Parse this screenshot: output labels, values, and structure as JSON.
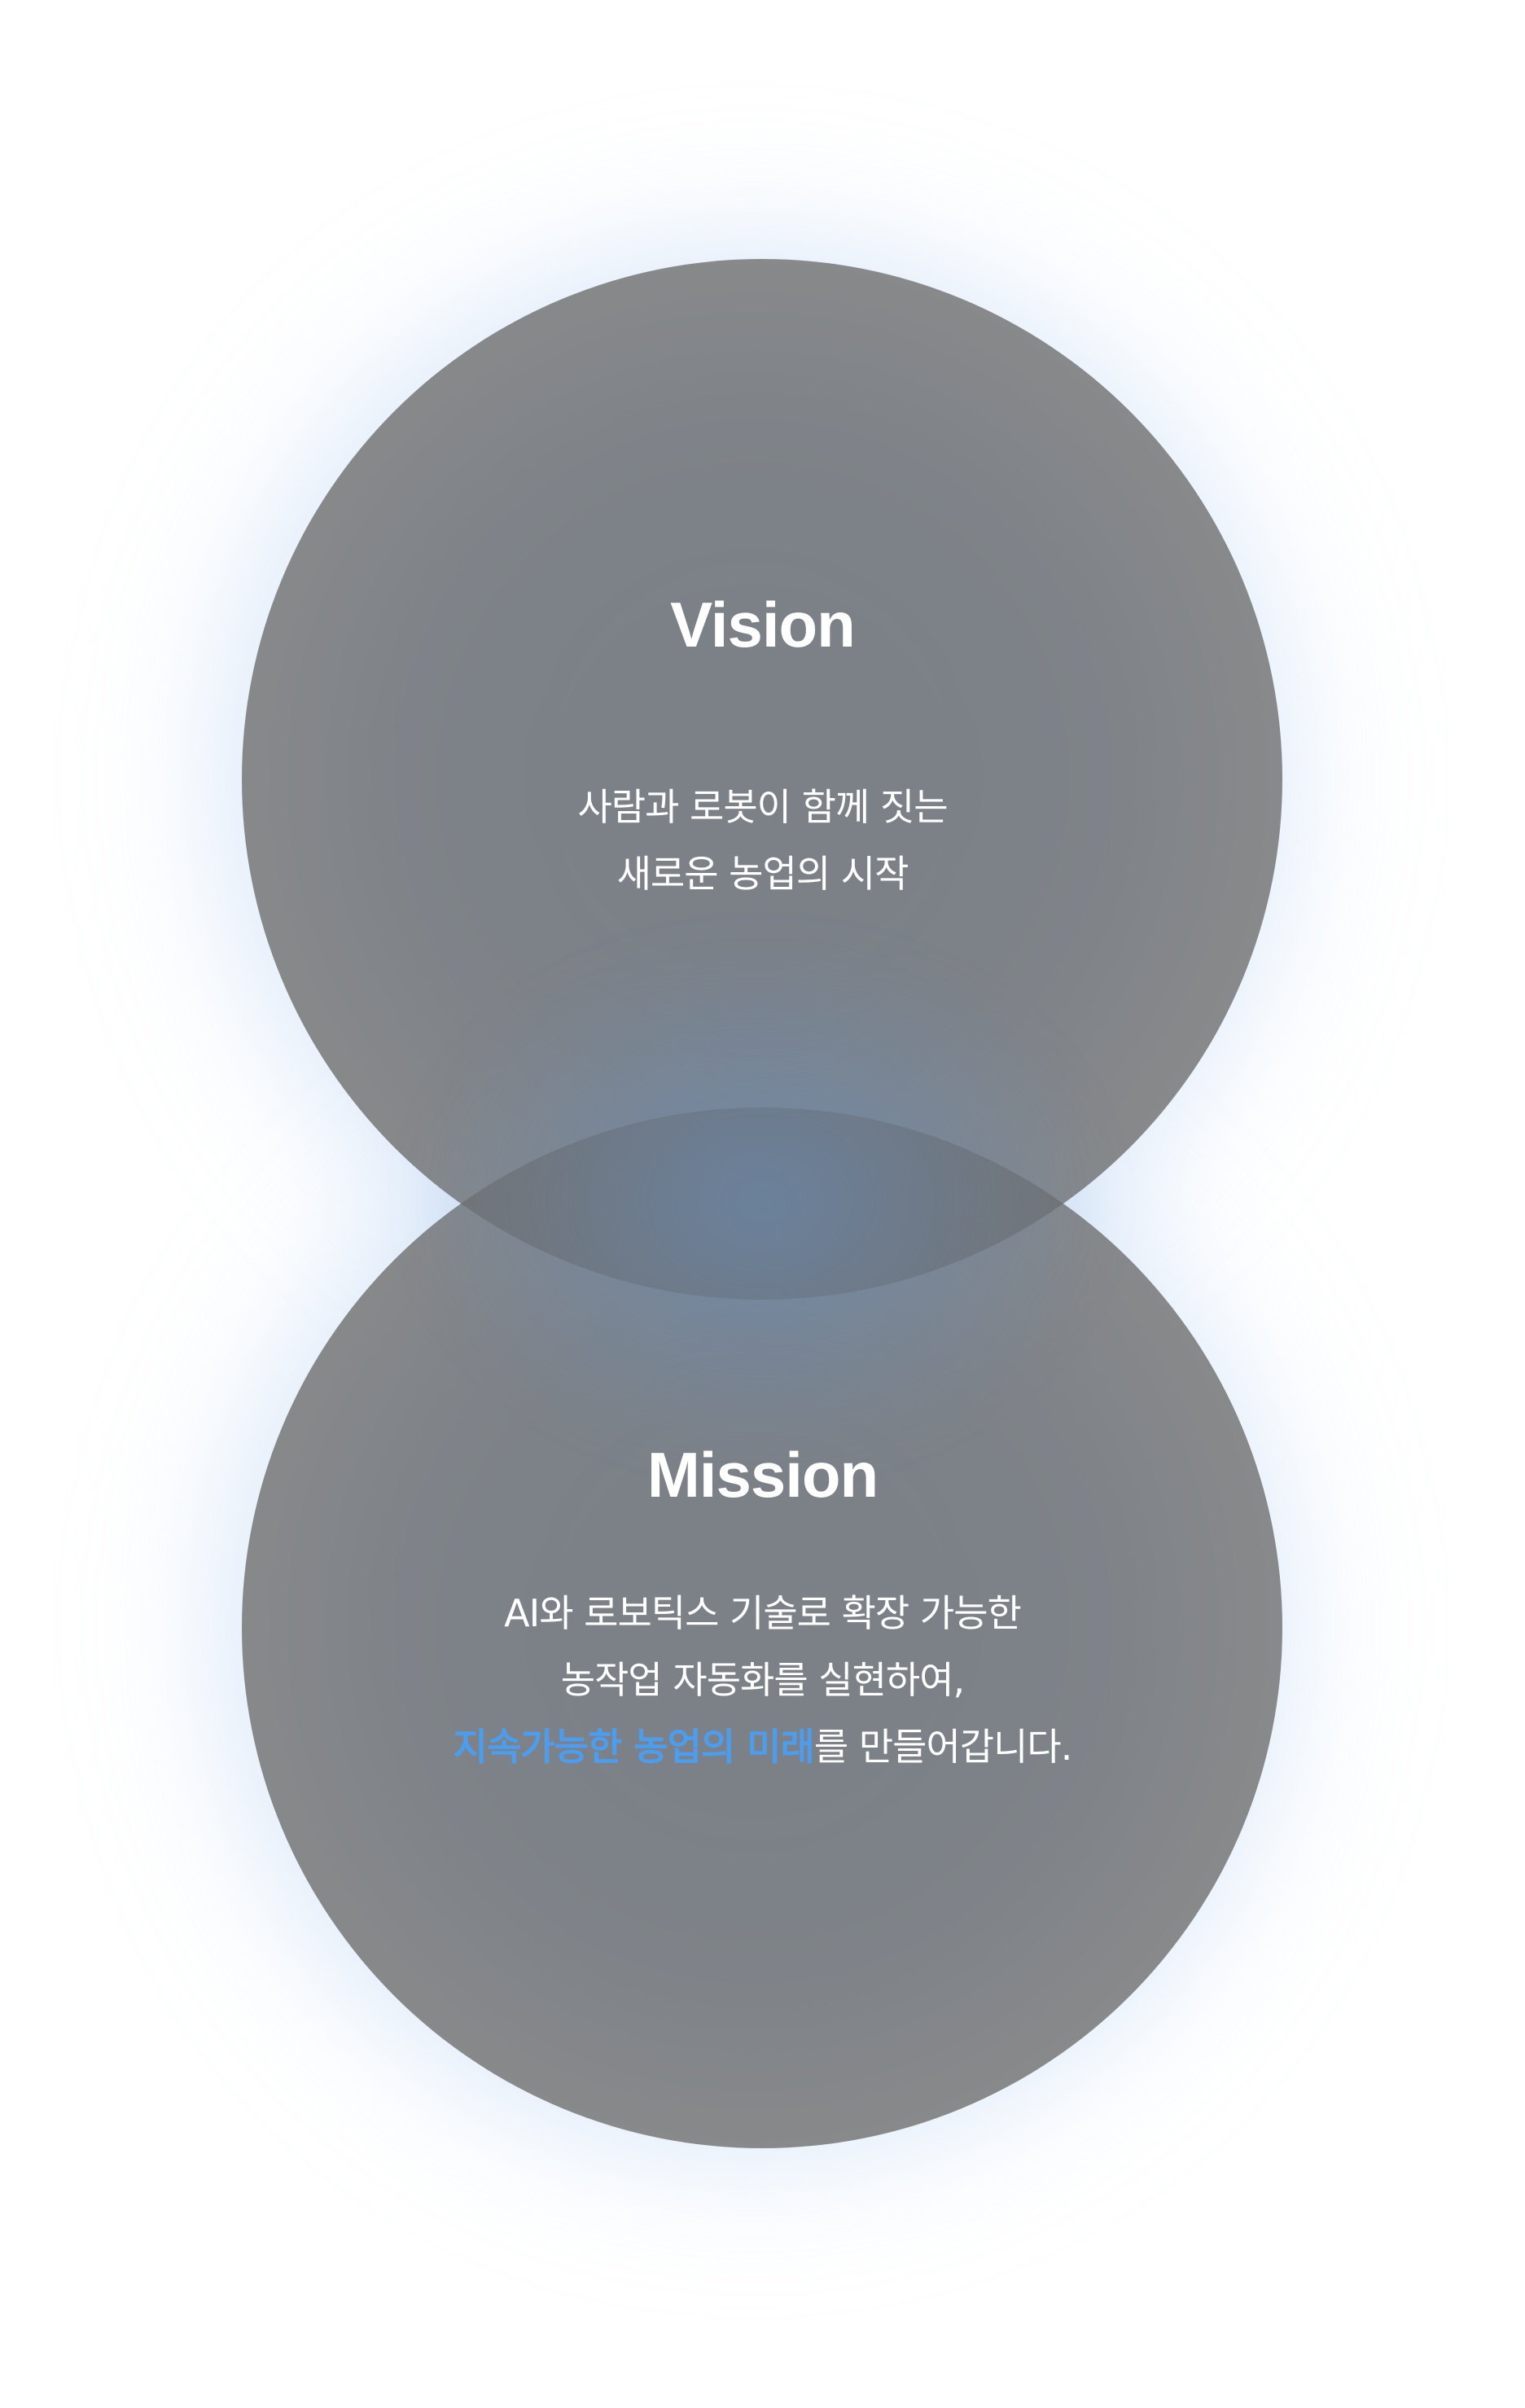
{
  "colors": {
    "circle_fill": "#6e6e6e",
    "glow": "#8fb4e6",
    "highlight": "#4b9df0",
    "text": "#ffffff",
    "background": "#ffffff"
  },
  "vision": {
    "title": "Vision",
    "lines": [
      "사람과 로봇이 함께 짓는",
      "새로운 농업의 시작"
    ]
  },
  "mission": {
    "title": "Mission",
    "line1": "AI와 로보틱스 기술로 확장 가능한",
    "line2": "농작업 자동화를 실현하여,",
    "line3_highlight": "지속가능한 농업의 미래",
    "line3_rest": "를 만들어갑니다."
  }
}
